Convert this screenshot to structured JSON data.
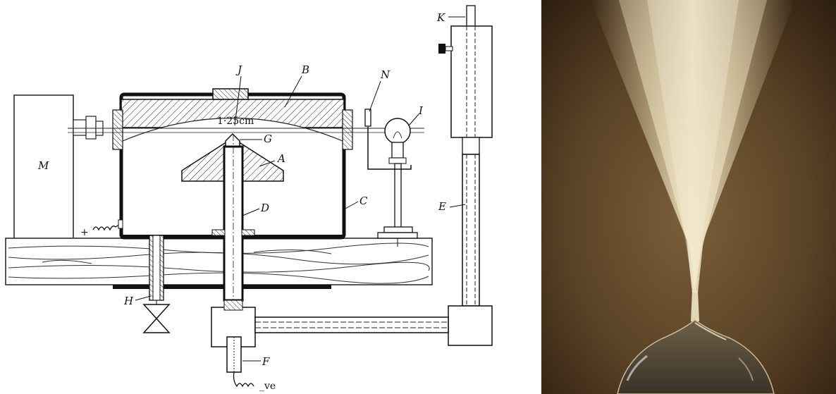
{
  "diagram": {
    "labels": {
      "K": "K",
      "J": "J",
      "B": "B",
      "N": "N",
      "I": "I",
      "G": "G",
      "A": "A",
      "M": "M",
      "D": "D",
      "C": "C",
      "E": "E",
      "H": "H",
      "F": "F"
    },
    "dimension": "1·25cm",
    "plus_sign": "+",
    "neg_label": "_ve"
  }
}
